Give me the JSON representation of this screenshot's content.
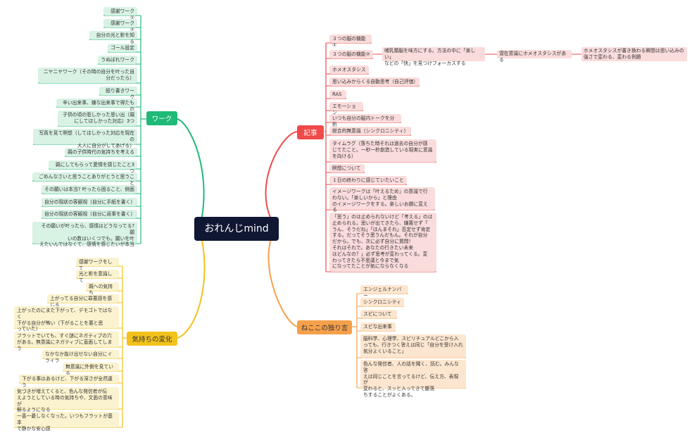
{
  "central": "おれんじmind",
  "branches": {
    "work": {
      "label": "ワーク",
      "color": "#1fb978",
      "items": [
        "感謝ワーク①",
        "感謝ワーク②",
        "自分の光と影を知る",
        "ゴール設定",
        "うぬぼれワーク",
        "ニヤニヤワーク（その時の自分を叶った自\n分だったら）",
        "殴り書きワーク",
        "辛い出来事、嫌な出来事で得たもの",
        "子供の頃の悲しかった思い出（親\nにしてほしかった対応）3つ",
        "写真を見て瞑想（してほしかった対応を現在の\n大人に自分がしてあげる）",
        "親の子供時代の気持ちを考える",
        "親にしてもらって愛情を感じたこと3つ",
        "ごめんなさいと思うことありがとうと思うこと",
        "その願いは本当? 叶ったら困ること、側面",
        "自分の現状の客観視（自分に手紙を書く）",
        "自分の現状の客観視（自分に返事を書く）",
        "その願いが叶ったら、感情はどうなってる? 願\nいの数はいくつでも。願いを叶\nえたいんではなくて、感情を感じたいが本当"
      ]
    },
    "notes": {
      "label": "記事",
      "color": "#ef4b4b",
      "items": [
        "３つの脳の機能①",
        "３つの脳の機能②",
        "ホメオスタシス",
        "思い込みからくる自動思考（自己評価）",
        "RAS",
        "エモーション",
        "いつも自分の脳内トークを分析",
        "総合的無意識（シンクロニシティ）",
        "タイムラグ（落ちた時それは過去の自分が感\nじてたこと。一秒一秒創造している現実に意識\nを向ける）",
        "瞑想について",
        "１日の終わりに感じていたいこと",
        "イメージワークは「叶えるため」の意識で行\nわない。「楽しいから」と理由\nのイメージワークをする。楽しいお題に変える",
        "「思う」のは止められないけど「考える」のは\n止められる。思いが出てきたら、嫌悪せず「\nうん、そうだね」「ほんまそれ」否定せず肯定\nする。だってそう思うんだもん。それが自分\nだから。でも、次に必ず自分に質問！\nそれはそれで。あなたの行きたい未来\nはどんなの？」必ず思考が変わってくる。変\nわってきたら不思議と今まで気\nになってたことが気にならなくなる"
      ],
      "chain": [
        "哺乳類脳を味方にする。方法の中に「楽しい」\nなどの「快」を見つけフォーカスする",
        "潜在意識にホメオスタシスがある",
        "ホメオスタシスが書き換わる瞬間は思い込みの\n強さで変わる、変わる例題"
      ]
    },
    "feelings": {
      "label": "気持ちの変化",
      "color": "#f2c21b",
      "items": [
        "感謝ワークをして",
        "光と影を意識して",
        "親への気持ち",
        "上がってる自分に罪悪感を感じる",
        "上がったのにまた下がって、デモゴトではなく\n下がる自分が怖い（下がることを悪と思\nっていた）",
        "フラットでいても、すぐ謎にネガティブの穴\nがある。無意識にネガティブに直面してしまう",
        "なかなか抜け出せない自分にイライラ",
        "無意識に外側を見ている",
        "下がる事はあるけど、下がる深さが全然違う",
        "気づきが増えてくると、色んな発信者が伝\nえようとしている時の気持ちや、文面の意味が\n解るようになる",
        "一喜一憂しなくなった。いつもフラットが基本\nで静かな安心感"
      ]
    },
    "monologue": {
      "label": "ねここの独り言",
      "color": "#f5a04b",
      "items": [
        "エンジェルナンバー",
        "シンクロニシティ",
        "スピについて",
        "スピな出来事",
        "脳科学、心理学、スピリチュアルどこから入\nっても、行きつく答えは同じ「自分を受け入れ\n気分よくいること」",
        "色んな発信者、人の話を聞く、読む。みんな答\nえは同じことを言ってるけど、伝え方、表現が\n変わると、スッと入ってきて腹落\nちすることがよくある。"
      ]
    }
  }
}
